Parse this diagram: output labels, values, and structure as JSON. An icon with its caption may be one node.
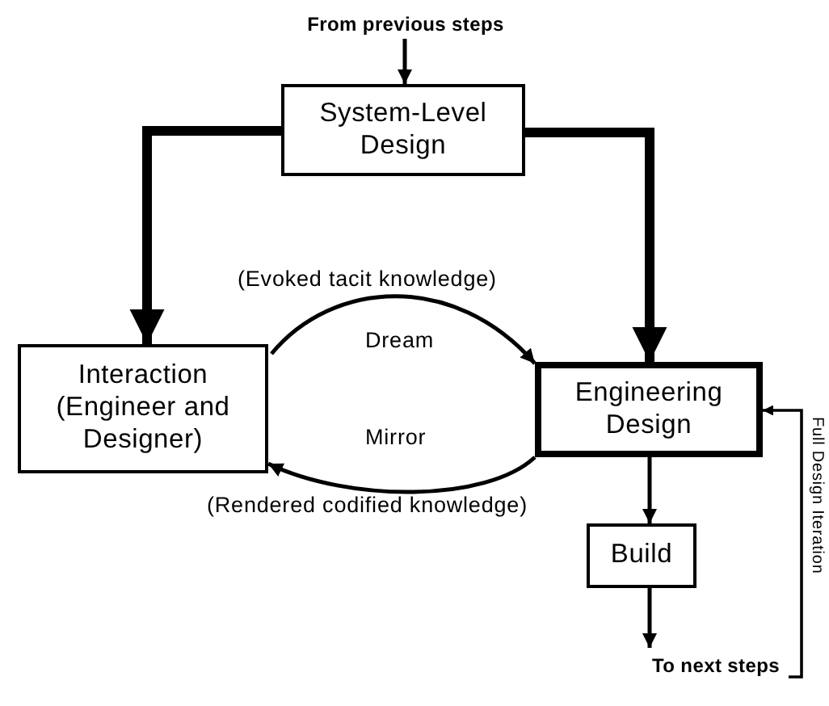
{
  "diagram": {
    "nodes": [
      {
        "text": [
          "From previous steps"
        ]
      },
      {
        "text": [
          "System-Level Design"
        ]
      },
      {
        "text": [
          "Interaction (Engineer and Designer)"
        ]
      },
      {
        "text": [
          "Engineering Design"
        ]
      },
      {
        "text": [
          "Build"
        ]
      },
      {
        "text": [
          "To next steps"
        ]
      }
    ],
    "edges": [
      {
        "from": 0,
        "to": 1,
        "arrow": "to"
      },
      {
        "from": 1,
        "to": 2,
        "arrow": "to",
        "style": "thick"
      },
      {
        "from": 1,
        "to": 3,
        "arrow": "to",
        "style": "thick"
      },
      {
        "from": 2,
        "to": 3,
        "arrow": "to",
        "label": "Dream"
      },
      {
        "from": 3,
        "to": 2,
        "arrow": "to",
        "label": "Mirror"
      },
      {
        "from": 3,
        "to": 4,
        "arrow": "to"
      },
      {
        "from": 4,
        "to": 5,
        "arrow": "to"
      },
      {
        "from": 5,
        "to": 3,
        "arrow": "to",
        "label": "Full Design Iteration"
      }
    ],
    "labels": [
      "(Evoked tacit knowledge)",
      "(Rendered codified knowledge)"
    ]
  }
}
